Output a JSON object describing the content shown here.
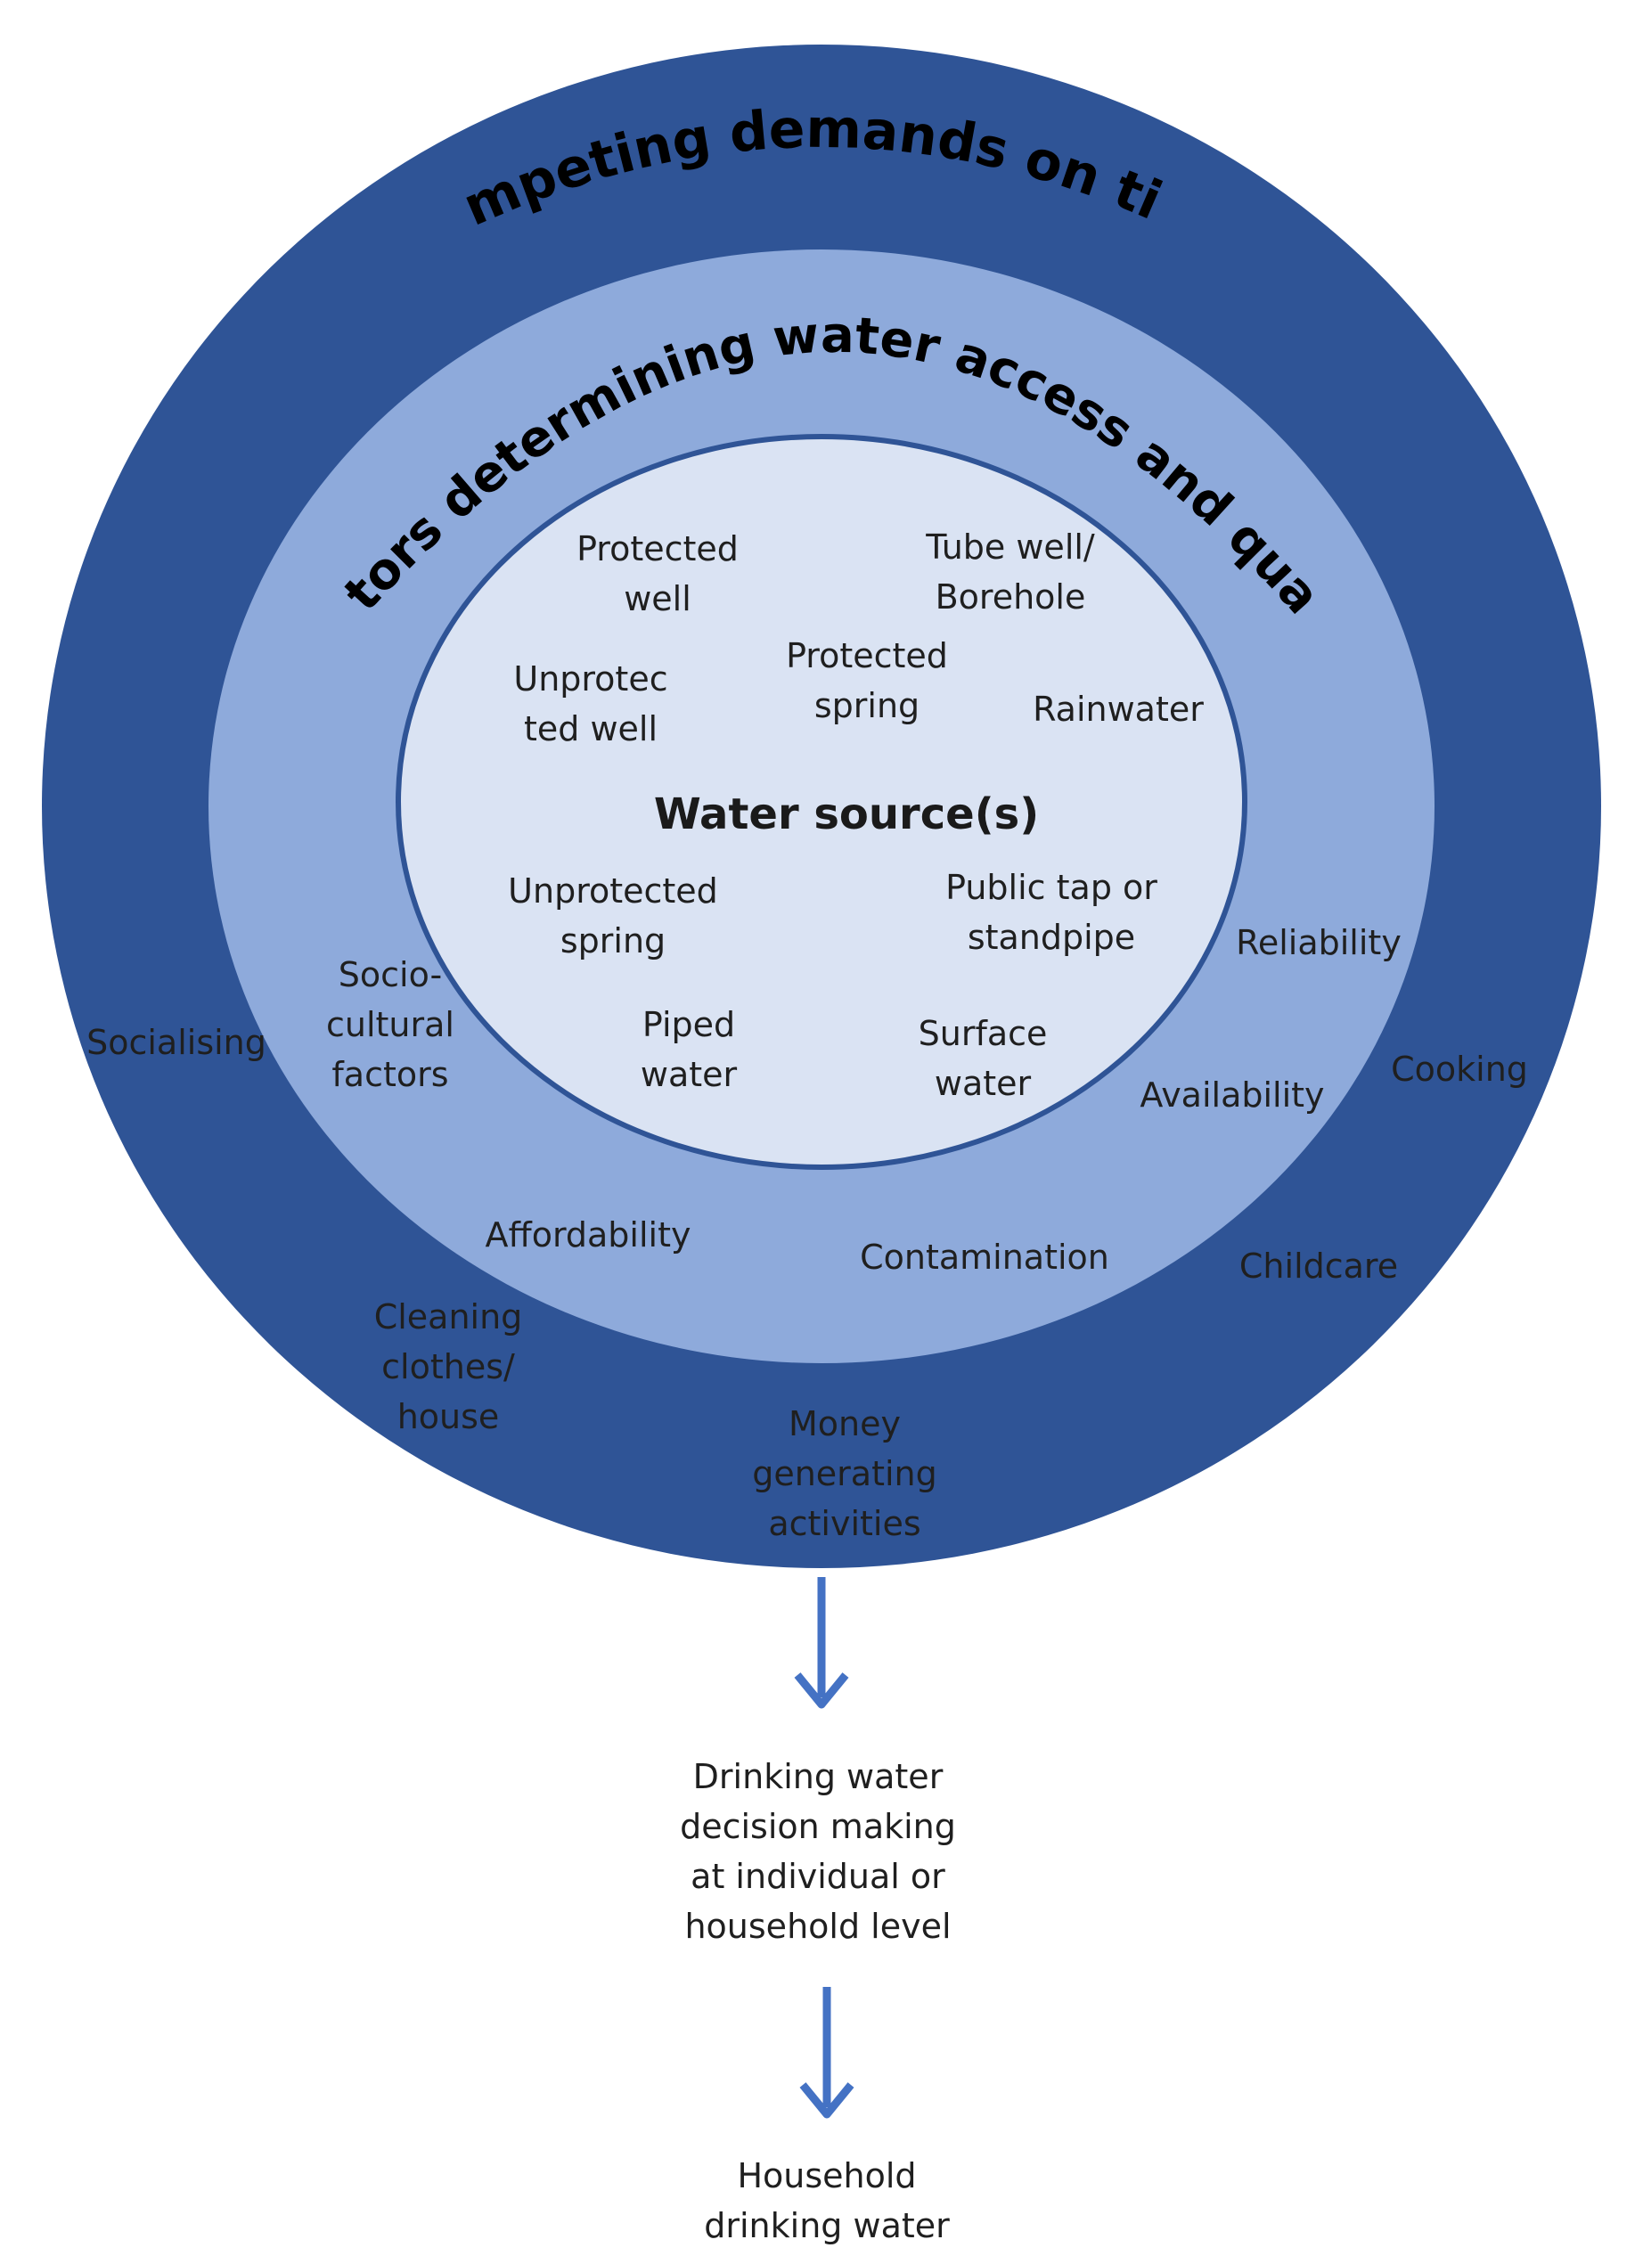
{
  "diagram": {
    "outer_ring": {
      "title": "Competing demands on time",
      "items": [
        {
          "lines": [
            "Socialising"
          ]
        },
        {
          "lines": [
            "Cooking"
          ]
        },
        {
          "lines": [
            "Childcare"
          ]
        },
        {
          "lines": [
            "Cleaning",
            "clothes/",
            "house"
          ]
        },
        {
          "lines": [
            "Money",
            "generating",
            "activities"
          ]
        }
      ]
    },
    "middle_ring": {
      "title": "Factors determining water access and quality",
      "items": [
        {
          "lines": [
            "Socio-",
            "cultural",
            "factors"
          ]
        },
        {
          "lines": [
            "Reliability"
          ]
        },
        {
          "lines": [
            "Availability"
          ]
        },
        {
          "lines": [
            "Affordability"
          ]
        },
        {
          "lines": [
            "Contamination"
          ]
        }
      ]
    },
    "inner_circle": {
      "title": "Water source(s)",
      "items": [
        {
          "lines": [
            "Protected",
            "well"
          ]
        },
        {
          "lines": [
            "Tube well/",
            "Borehole"
          ]
        },
        {
          "lines": [
            "Unprotec",
            "ted well"
          ]
        },
        {
          "lines": [
            "Protected",
            "spring"
          ]
        },
        {
          "lines": [
            "Rainwater"
          ]
        },
        {
          "lines": [
            "Unprotected",
            "spring"
          ]
        },
        {
          "lines": [
            "Public tap or",
            "standpipe"
          ]
        },
        {
          "lines": [
            "Piped",
            "water"
          ]
        },
        {
          "lines": [
            "Surface",
            "water"
          ]
        }
      ]
    },
    "flow": [
      {
        "lines": [
          "Drinking water",
          "decision making",
          "at individual or",
          "household level"
        ]
      },
      {
        "lines": [
          "Household",
          "drinking water"
        ]
      }
    ],
    "colors": {
      "outer_ring": "#2f5496",
      "middle_ring": "#8eaadb",
      "inner_circle": "#dae3f3",
      "inner_border": "#2f5496",
      "arrow": "#4472c4"
    }
  }
}
